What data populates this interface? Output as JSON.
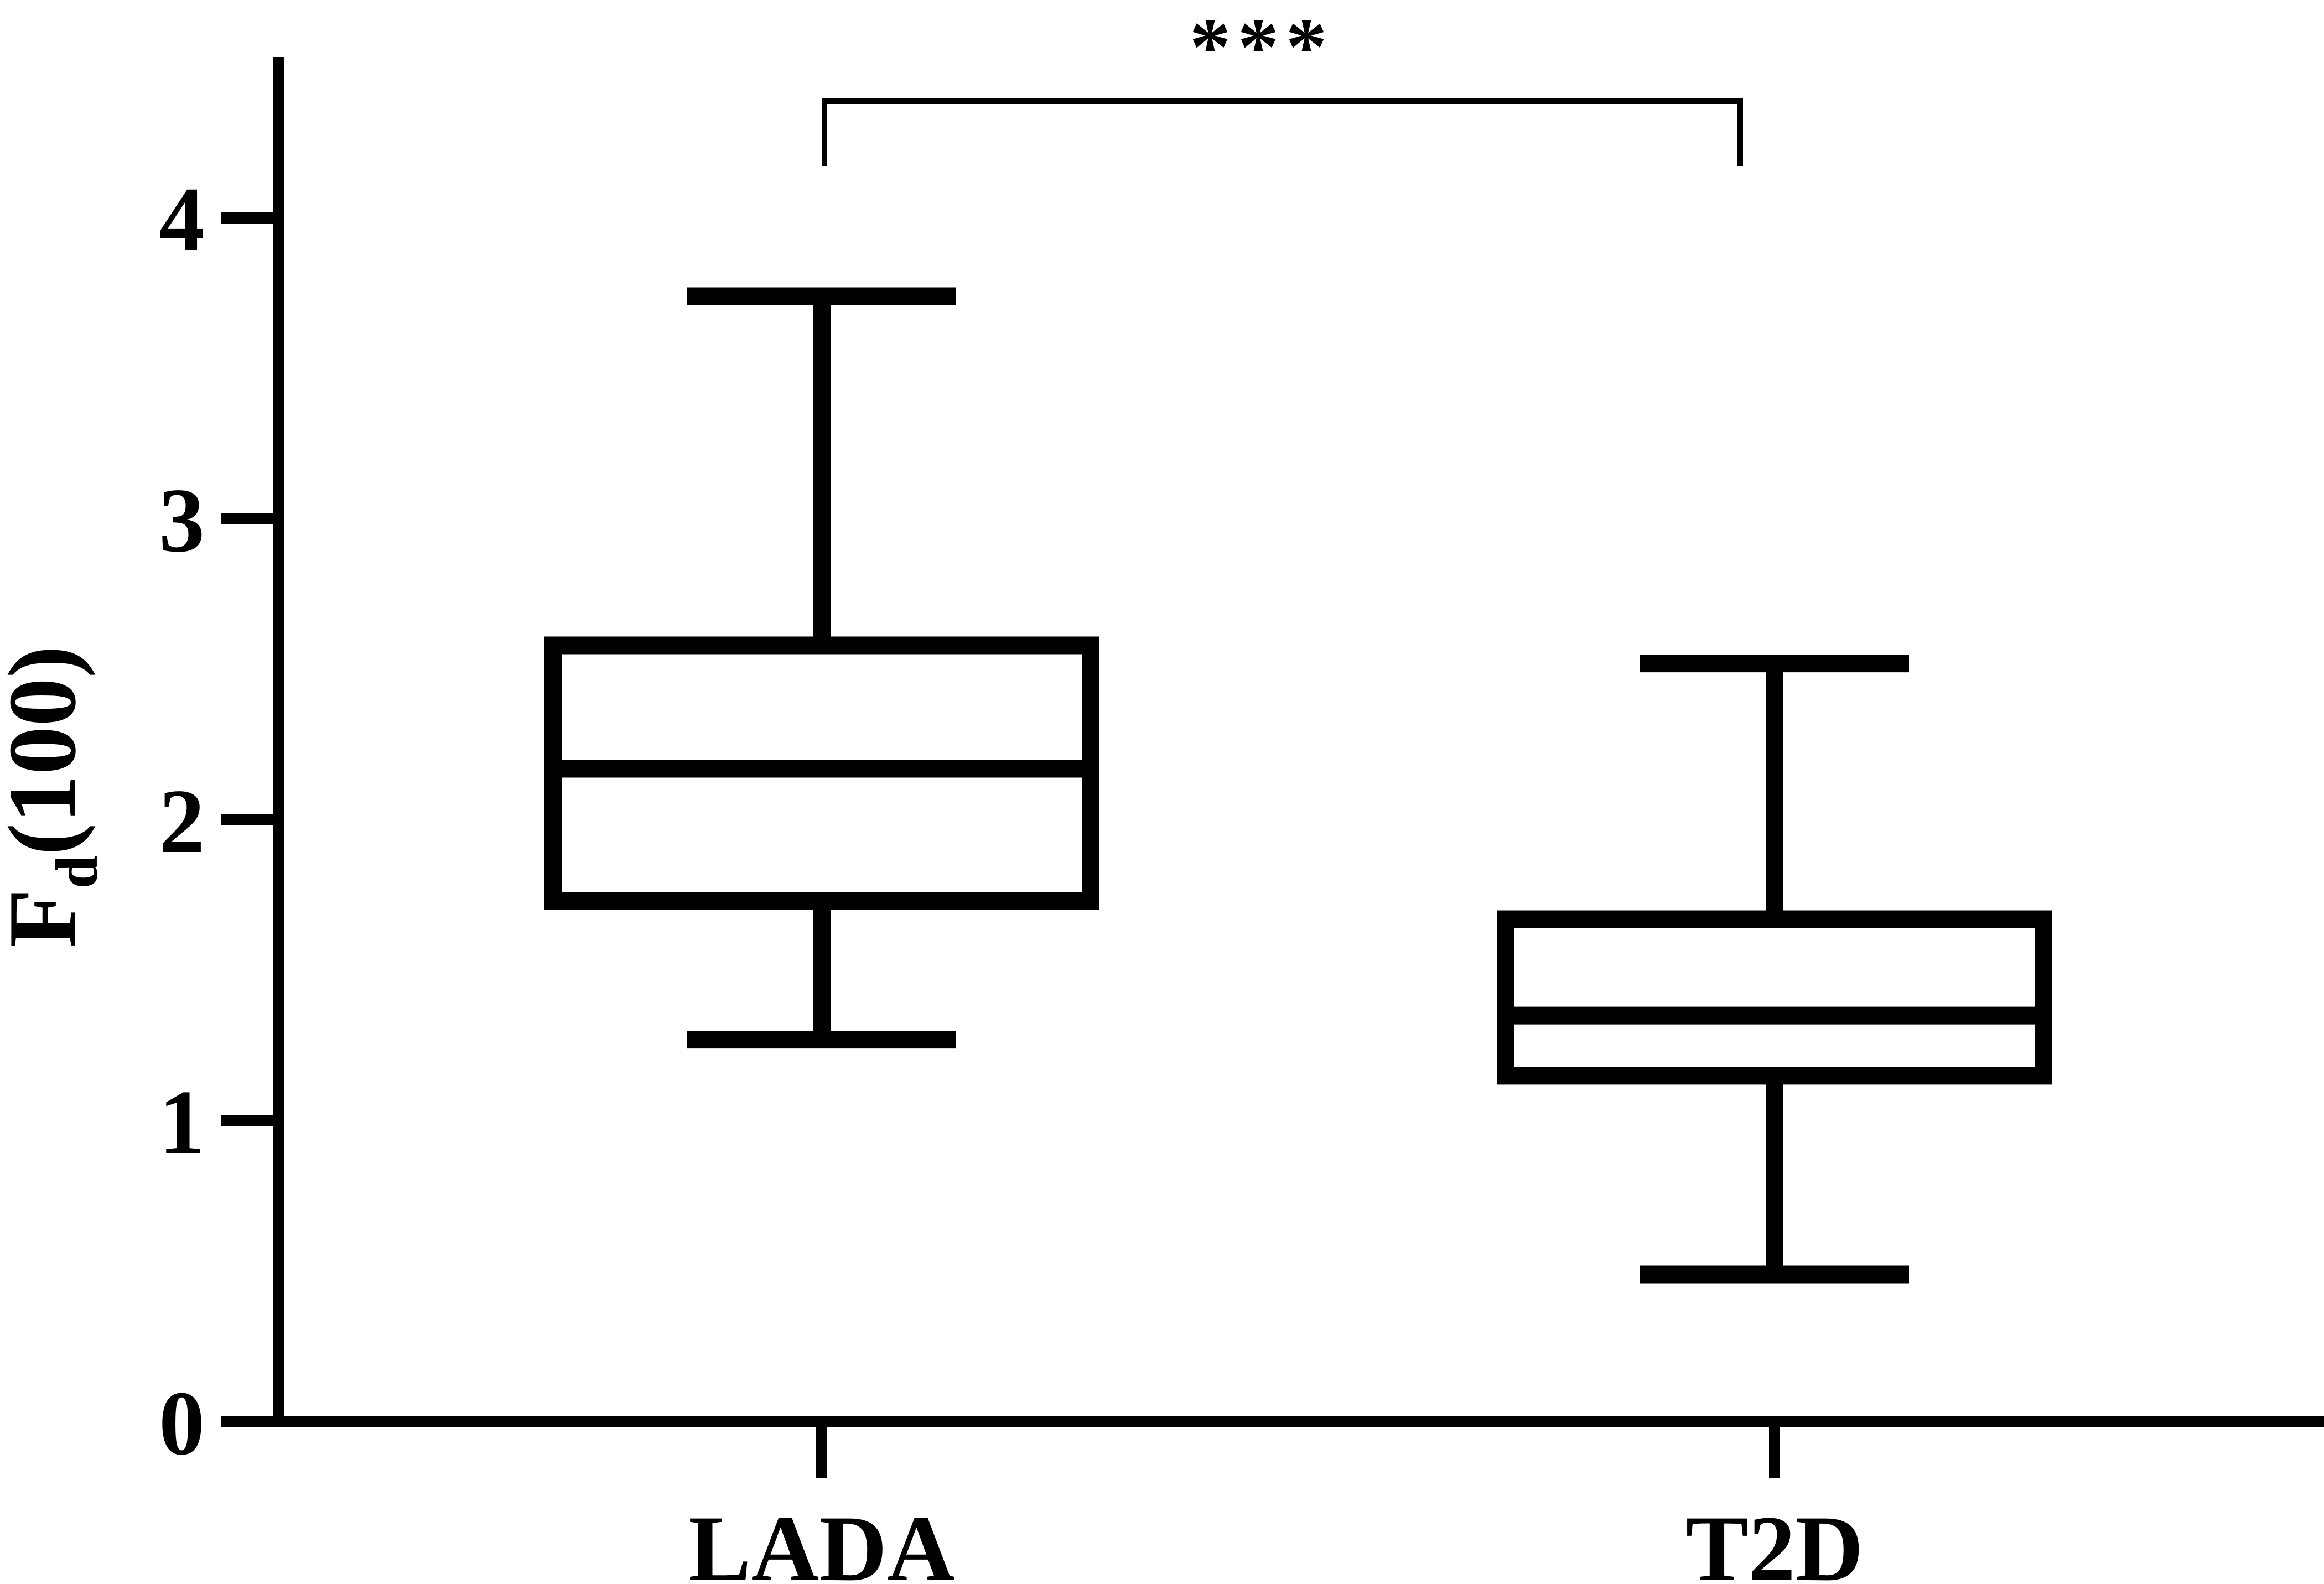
{
  "chart_data": {
    "type": "box",
    "title": "",
    "xlabel": "",
    "ylabel": "F",
    "ylabel_subscript": "d",
    "ylabel_suffix": "(100)",
    "ylim": [
      0,
      4.5
    ],
    "yticks": [
      0,
      1,
      2,
      3,
      4
    ],
    "ytick_labels": [
      "0",
      "1",
      "2",
      "3",
      "4"
    ],
    "grid": false,
    "legend": "none",
    "categories": [
      "LADA",
      "T2D"
    ],
    "boxes": [
      {
        "category": "LADA",
        "whisker_low": 1.27,
        "q1": 1.73,
        "median": 2.17,
        "q3": 2.58,
        "whisker_high": 3.74
      },
      {
        "category": "T2D",
        "whisker_low": 0.49,
        "q1": 1.15,
        "median": 1.35,
        "q3": 1.67,
        "whisker_high": 2.52
      }
    ],
    "annotations": [
      {
        "text": "***",
        "between": [
          "LADA",
          "T2D"
        ]
      }
    ],
    "colors": {
      "stroke": "#000000",
      "background": "#ffffff"
    }
  }
}
